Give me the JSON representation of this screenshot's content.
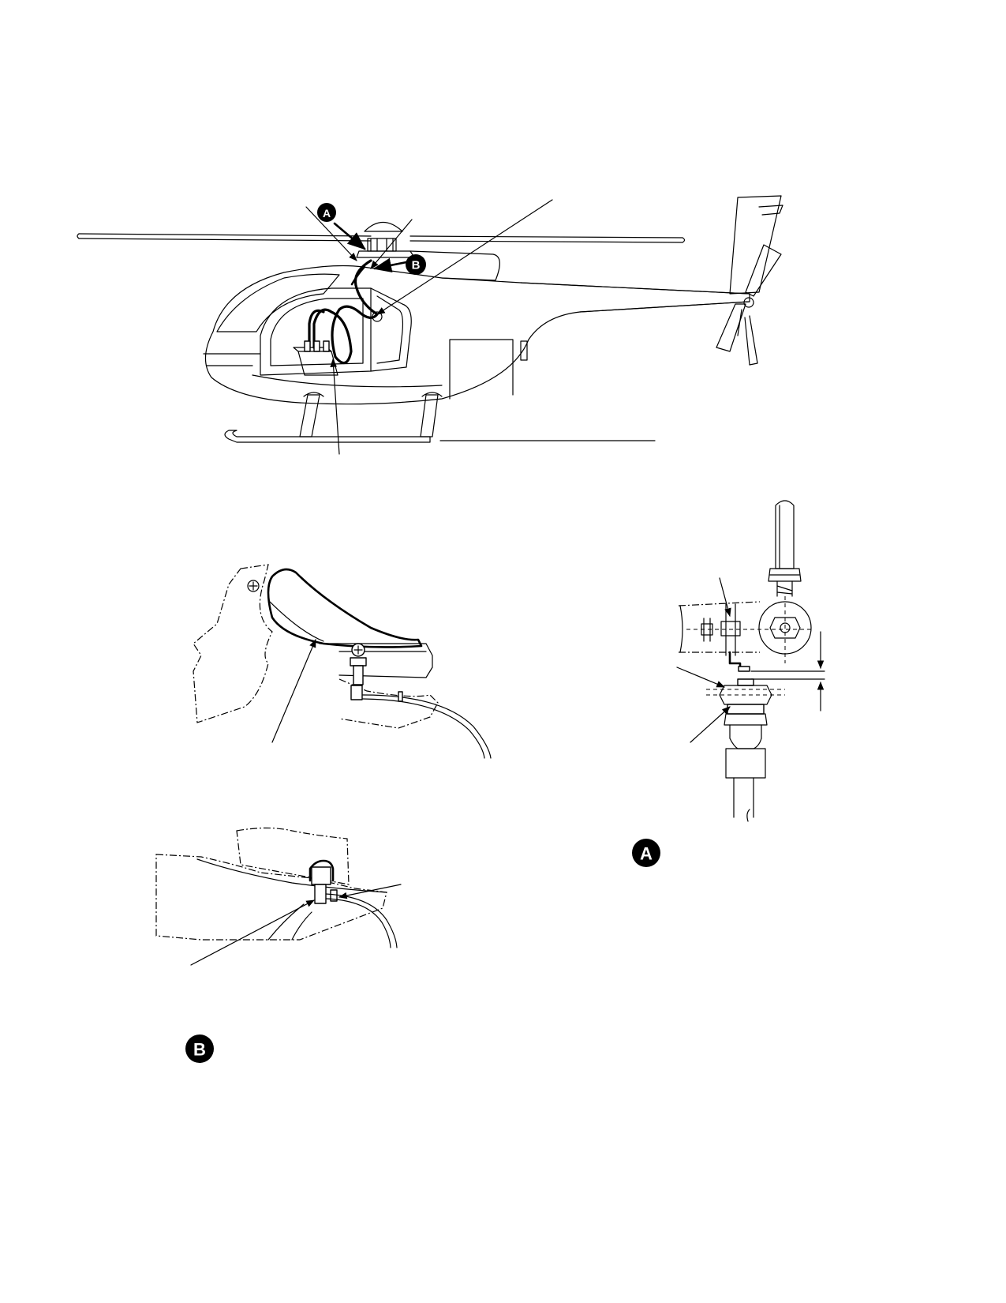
{
  "badges": {
    "callout_a": "A",
    "callout_b": "B",
    "detail_a": "A",
    "detail_b": "B"
  },
  "colors": {
    "ink": "#000000",
    "paper": "#ffffff"
  }
}
